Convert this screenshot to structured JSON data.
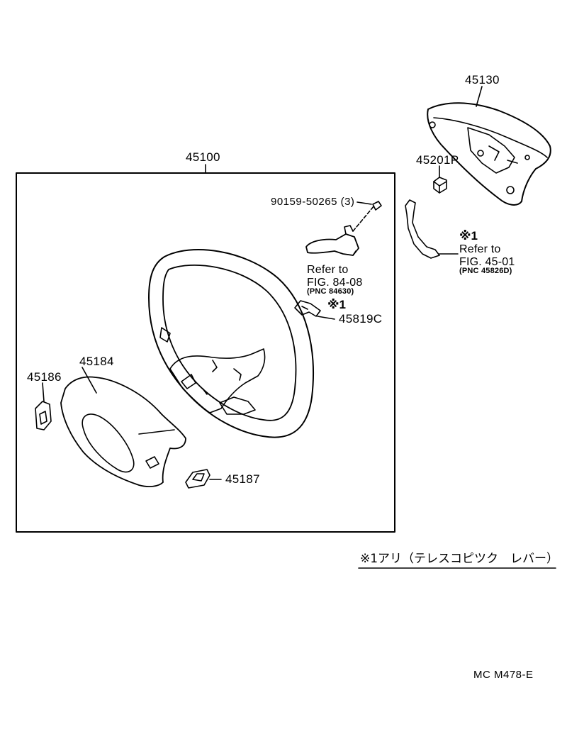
{
  "labels": {
    "steering_wheel_assy": "45100",
    "horn_pad": "45130",
    "nut": "45201P",
    "screw": "90159-50265 (3)",
    "bracket_ref_mark": "※1",
    "bracket_ref_line1": "Refer to",
    "bracket_ref_line2": "FIG. 45-01",
    "bracket_ref_pnc": "(PNC 45826D)",
    "switch_ref_line1": "Refer to",
    "switch_ref_line2": "FIG. 84-08",
    "switch_ref_pnc": "(PNC 84630)",
    "clip_mark": "※1",
    "clip": "45819C",
    "lower_cover": "45184",
    "cover_left": "45186",
    "cover_right": "45187"
  },
  "footnote": "※1アリ（テレスコピツク　レバー）",
  "figure_code": "MC M478-E"
}
